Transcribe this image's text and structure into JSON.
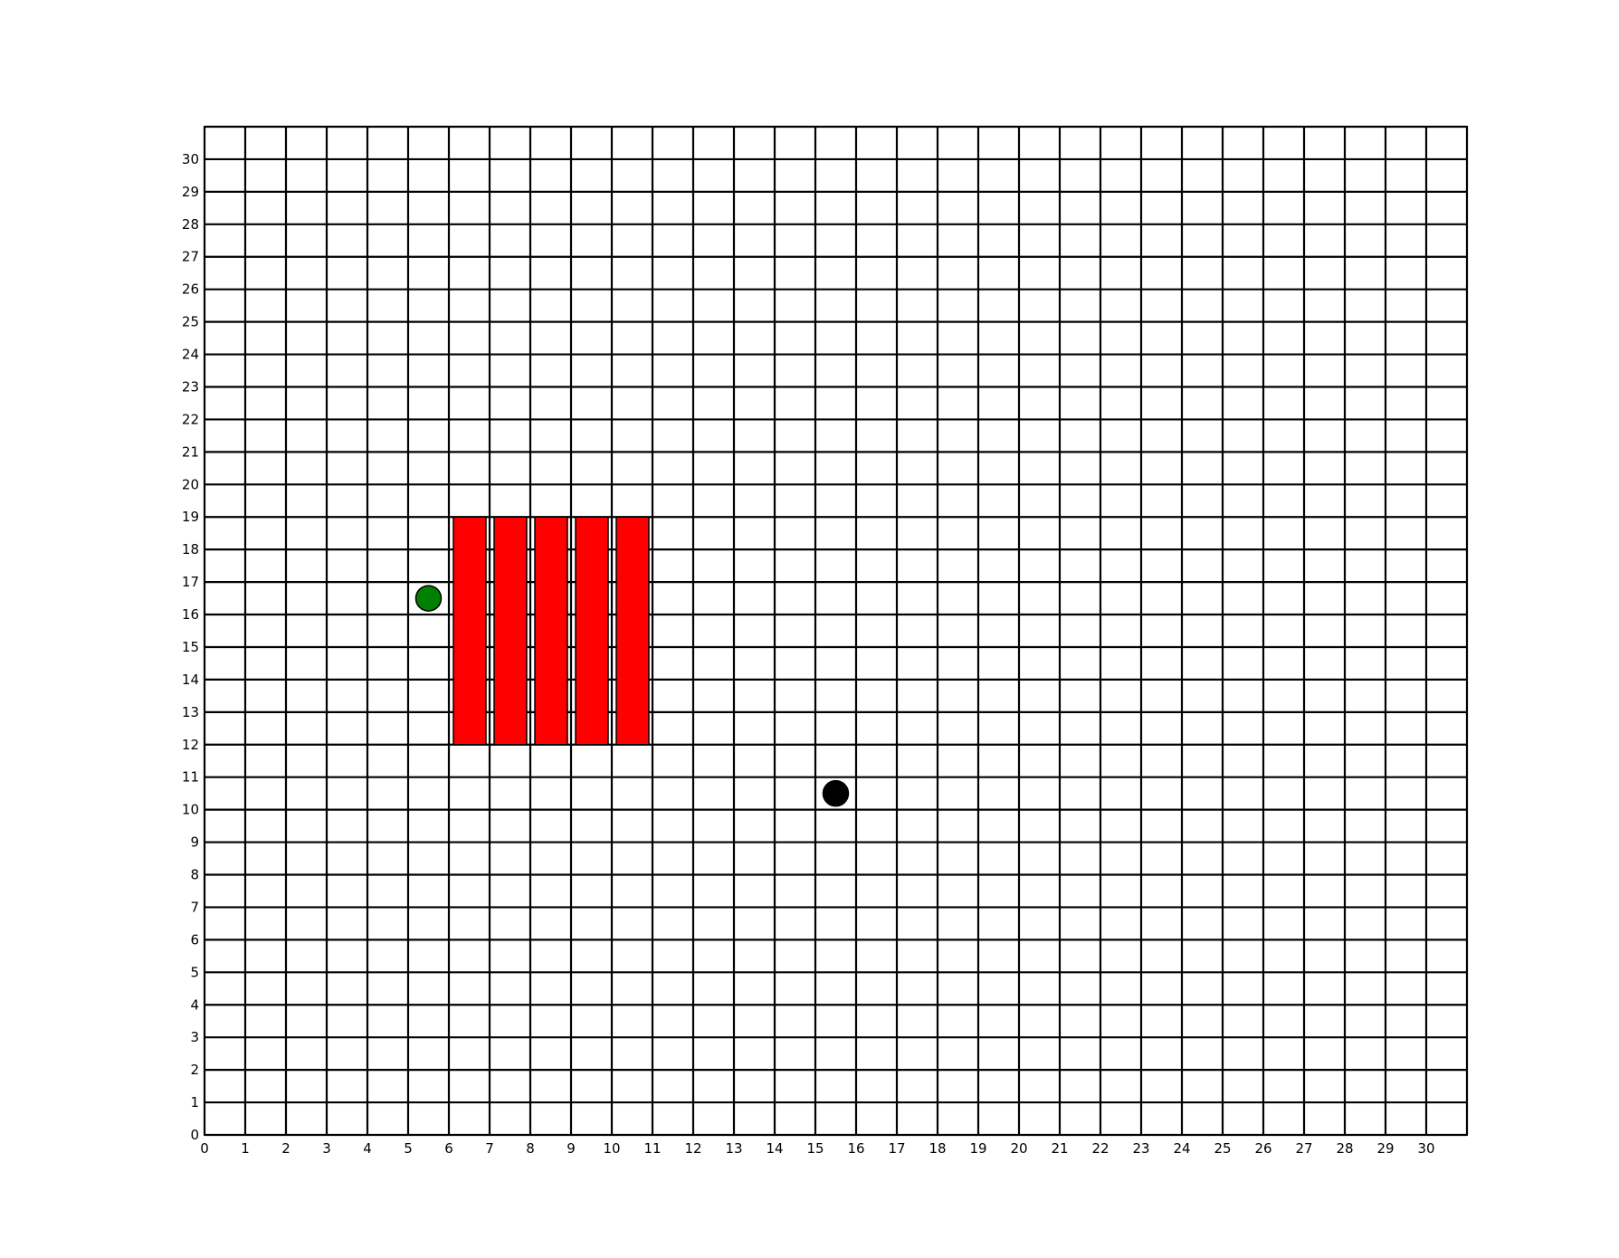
{
  "board": {
    "x_ticks": [
      "0",
      "1",
      "2",
      "3",
      "4",
      "5",
      "6",
      "7",
      "8",
      "9",
      "10",
      "11",
      "12",
      "13",
      "14",
      "15",
      "16",
      "17",
      "18",
      "19",
      "20",
      "21",
      "22",
      "23",
      "24",
      "25",
      "26",
      "27",
      "28",
      "29",
      "30"
    ],
    "y_ticks": [
      "0",
      "1",
      "2",
      "3",
      "4",
      "5",
      "6",
      "7",
      "8",
      "9",
      "10",
      "11",
      "12",
      "13",
      "14",
      "15",
      "16",
      "17",
      "18",
      "19",
      "20",
      "21",
      "22",
      "23",
      "24",
      "25",
      "26",
      "27",
      "28",
      "29",
      "30"
    ],
    "x_range": [
      0,
      31
    ],
    "y_range": [
      0,
      31
    ],
    "grid_color": "#000000",
    "background": "#ffffff"
  },
  "obstacles": {
    "color": "#ff0000",
    "stroke": "#000000",
    "items": [
      {
        "col": 6,
        "row_from": 12,
        "row_to": 19
      },
      {
        "col": 7,
        "row_from": 12,
        "row_to": 19
      },
      {
        "col": 8,
        "row_from": 12,
        "row_to": 19
      },
      {
        "col": 9,
        "row_from": 12,
        "row_to": 19
      },
      {
        "col": 10,
        "row_from": 12,
        "row_to": 19
      }
    ]
  },
  "pieces": {
    "player": {
      "x": 5.5,
      "y": 16.5,
      "color": "#008000",
      "icon": "green-circle-icon"
    },
    "goal": {
      "x": 15.5,
      "y": 10.5,
      "color": "#000000",
      "icon": "black-circle-icon"
    }
  }
}
